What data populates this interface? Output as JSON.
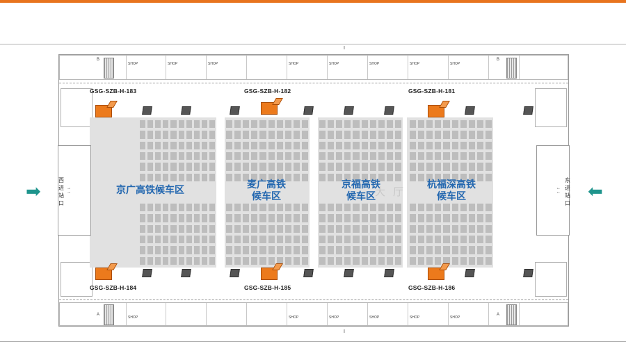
{
  "header": {
    "accent_color": "#e8741e"
  },
  "floor_plan": {
    "zones": [
      {
        "label_lines": [
          "京广高铁候车区"
        ]
      },
      {
        "label_lines": [
          "麦广高铁",
          "候车区"
        ]
      },
      {
        "label_lines": [
          "京福高铁",
          "候车区"
        ]
      },
      {
        "label_lines": [
          "杭福深高铁",
          "候车区"
        ]
      }
    ],
    "hall_text": [
      "大",
      "厅"
    ],
    "kiosks_top": [
      "GSG-SZB-H-183",
      "GSG-SZB-H-182",
      "GSG-SZB-H-181"
    ],
    "kiosks_bottom": [
      "GSG-SZB-H-184",
      "GSG-SZB-H-185",
      "GSG-SZB-H-186"
    ],
    "shop_label": "SHOP",
    "gates": {
      "west": [
        "西",
        "进",
        "站",
        "口"
      ],
      "east": [
        "东",
        "进",
        "站",
        "口"
      ]
    },
    "corner_marks": {
      "top_left": "B",
      "top_right": "B",
      "bottom_left": "A",
      "bottom_right": "A"
    },
    "tick_mark": "I",
    "colors": {
      "zone_text": "#2468b0",
      "kiosk": "#ec7a1c",
      "entrance_arrow": "#1f958d"
    }
  }
}
